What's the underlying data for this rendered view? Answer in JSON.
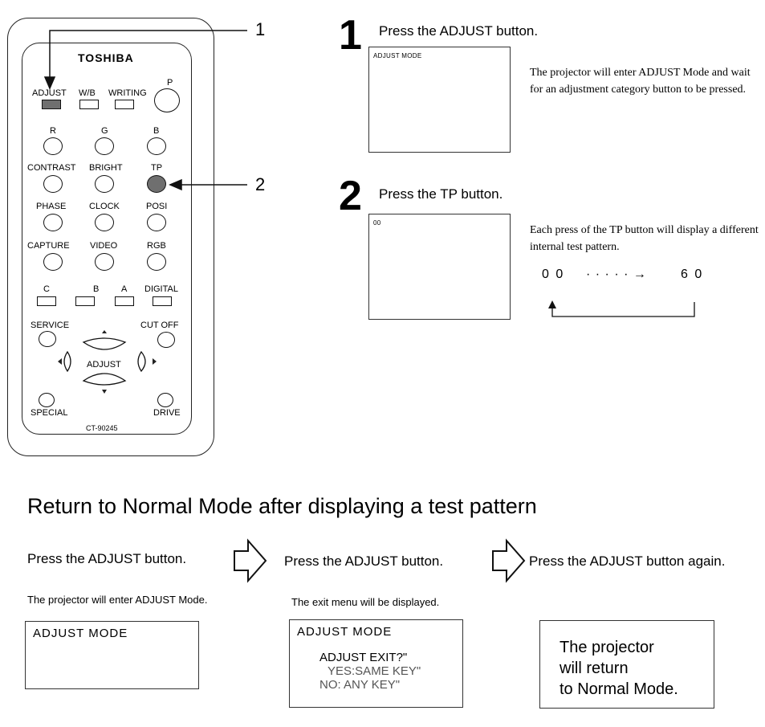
{
  "remote": {
    "brand": "TOSHIBA",
    "model": "CT-90245",
    "labels": {
      "adjust": "ADJUST",
      "wb": "W/B",
      "writing": "WRITING",
      "p": "P",
      "r": "R",
      "g": "G",
      "b": "B",
      "contrast": "CONTRAST",
      "bright": "BRIGHT",
      "tp": "TP",
      "phase": "PHASE",
      "clock": "CLOCK",
      "posi": "POSI",
      "capture": "CAPTURE",
      "video": "VIDEO",
      "rgb": "RGB",
      "c": "C",
      "b2": "B",
      "a": "A",
      "digital": "DIGITAL",
      "service": "SERVICE",
      "cutoff": "CUT OFF",
      "adjust_pad": "ADJUST",
      "special": "SPECIAL",
      "drive": "DRIVE"
    }
  },
  "callouts": {
    "one": "1",
    "two": "2"
  },
  "step1": {
    "number": "1",
    "title": "Press the ADJUST button.",
    "screen_text": "ADJUST  MODE",
    "description": "The projector will enter ADJUST Mode and wait for an adjustment category button to be pressed."
  },
  "step2": {
    "number": "2",
    "title": "Press the TP button.",
    "screen_text": "00",
    "description": "Each press of the TP button will display a different internal test pattern.",
    "range_start": "0 0",
    "range_dots": "· · · · · →",
    "range_end": "6 0"
  },
  "return_section": {
    "title": "Return to Normal Mode after displaying a test pattern",
    "col1": {
      "title": "Press the ADJUST button.",
      "subtitle": "The projector will enter ADJUST Mode.",
      "box_text": "ADJUST  MODE"
    },
    "col2": {
      "title": "Press the ADJUST button.",
      "subtitle": "The exit menu will be displayed.",
      "box_line1": "ADJUST  MODE",
      "box_line2": "ADJUST     EXIT?\"",
      "box_line3": "YES:SAME KEY\"",
      "box_line4": "NO:  ANY  KEY\""
    },
    "col3": {
      "title": "Press the ADJUST button again.",
      "box_line1": "The projector",
      "box_line2": "will return",
      "box_line3": "to Normal Mode."
    }
  }
}
